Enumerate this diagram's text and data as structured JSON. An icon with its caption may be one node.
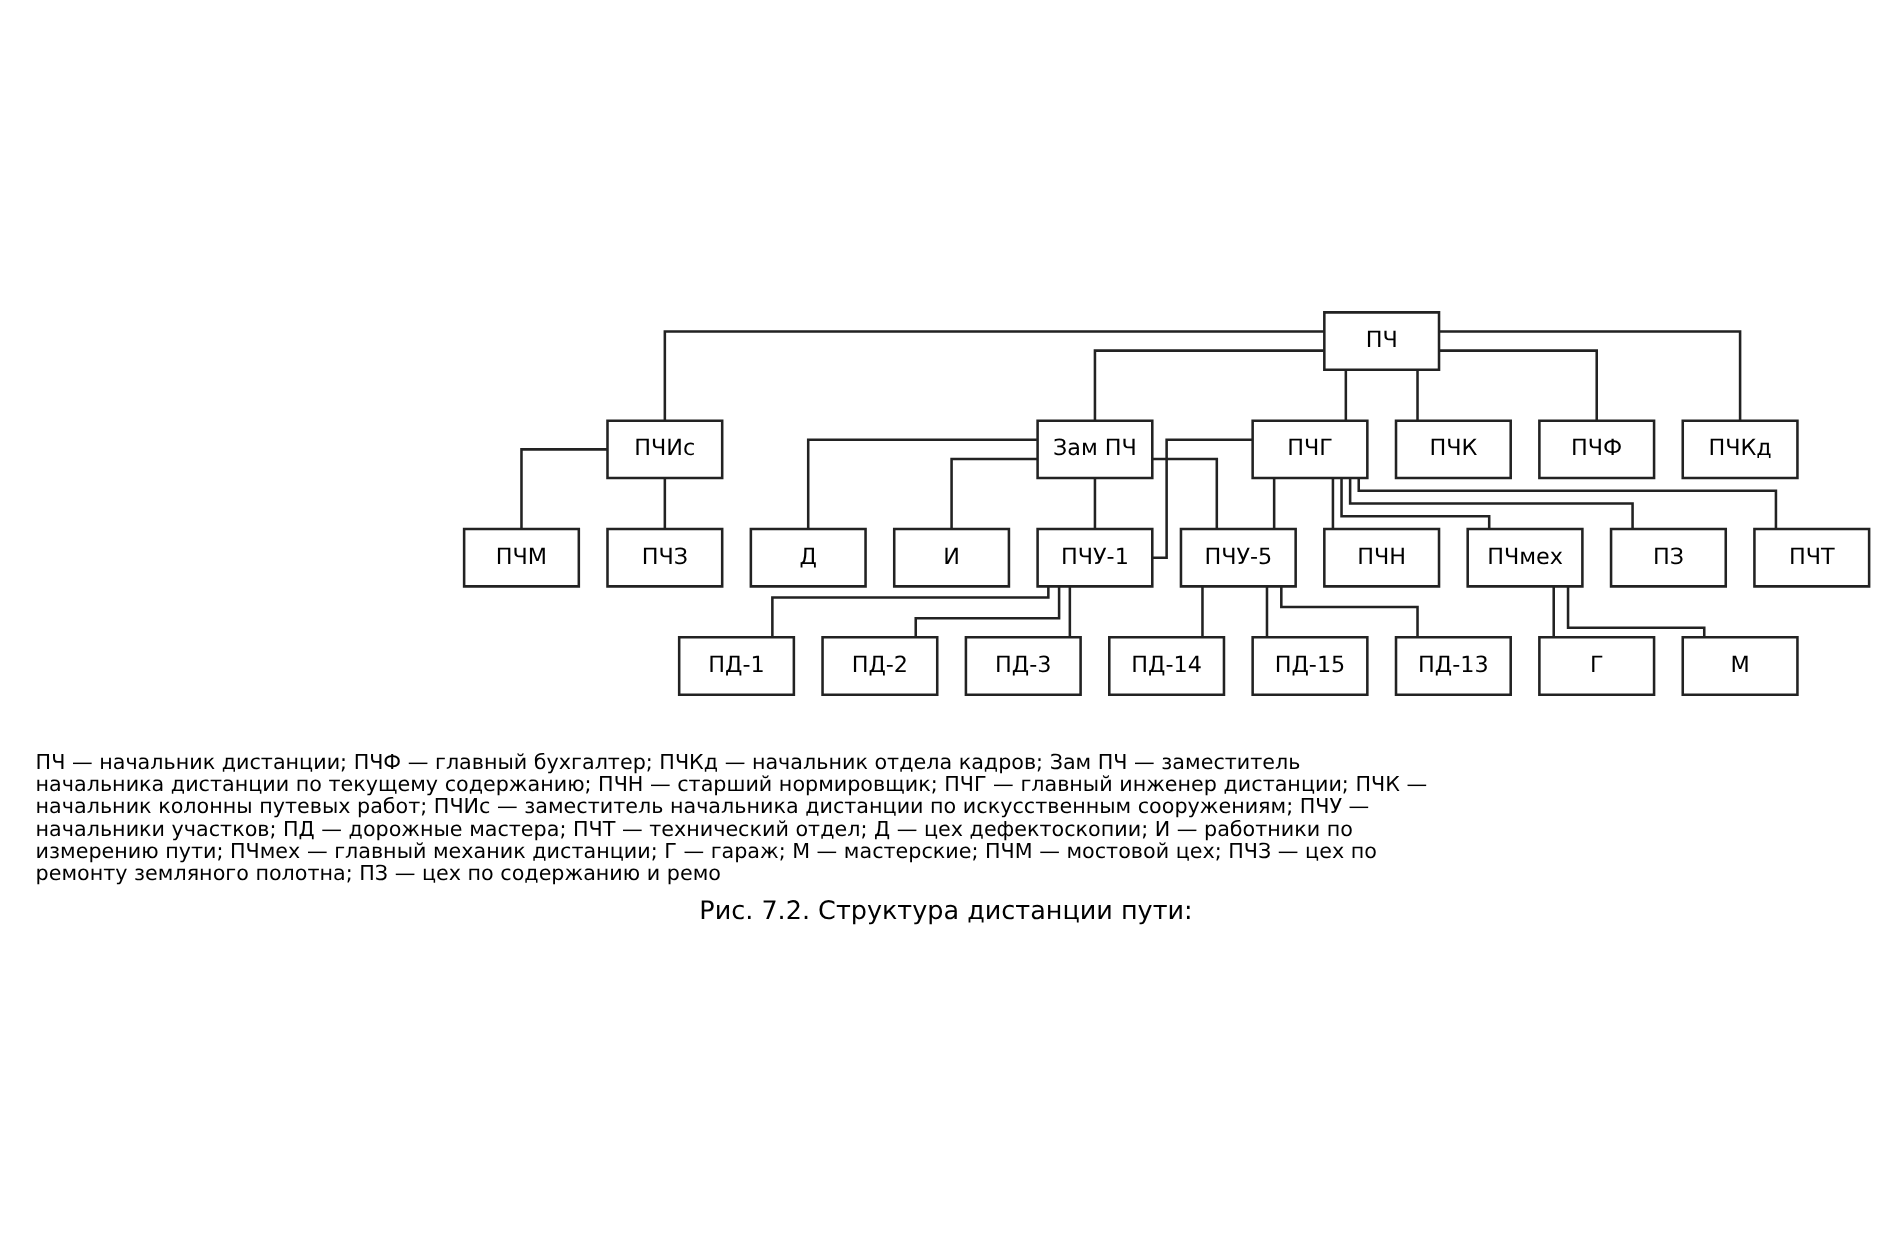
{
  "diagram": {
    "caption": "Рис. 7.2. Структура дистанции пути:",
    "nodes": [
      {
        "text": [
          "ПЧ"
        ]
      },
      {
        "text": [
          "ПЧИс"
        ]
      },
      {
        "text": [
          "Зам ПЧ"
        ]
      },
      {
        "text": [
          "ПЧГ"
        ]
      },
      {
        "text": [
          "ПЧК"
        ]
      },
      {
        "text": [
          "ПЧФ"
        ]
      },
      {
        "text": [
          "ПЧКд"
        ]
      },
      {
        "text": [
          "ПЧМ"
        ]
      },
      {
        "text": [
          "ПЧЗ"
        ]
      },
      {
        "text": [
          "Д"
        ]
      },
      {
        "text": [
          "И"
        ]
      },
      {
        "text": [
          "ПЗ"
        ]
      },
      {
        "text": [
          "ПЧТ"
        ]
      },
      {
        "text": [
          "ПЧН"
        ]
      },
      {
        "text": [
          "ПЧмех"
        ]
      },
      {
        "text": [
          "ПЧУ-1"
        ]
      },
      {
        "text": [
          "ПЧУ-5"
        ]
      },
      {
        "text": [
          "Г"
        ]
      },
      {
        "text": [
          "М"
        ]
      },
      {
        "text": [
          "ПД-1"
        ]
      },
      {
        "text": [
          "ПД-2"
        ]
      },
      {
        "text": [
          "ПД-3"
        ]
      },
      {
        "text": [
          "ПД-13"
        ]
      },
      {
        "text": [
          "ПД-14"
        ]
      },
      {
        "text": [
          "ПД-15"
        ]
      }
    ],
    "edges": [
      {
        "from": 0,
        "to": 1,
        "arrow": "none"
      },
      {
        "from": 0,
        "to": 2,
        "arrow": "none"
      },
      {
        "from": 0,
        "to": 3,
        "arrow": "none"
      },
      {
        "from": 0,
        "to": 4,
        "arrow": "none"
      },
      {
        "from": 0,
        "to": 5,
        "arrow": "none"
      },
      {
        "from": 0,
        "to": 6,
        "arrow": "none"
      },
      {
        "from": 1,
        "to": 7,
        "arrow": "none"
      },
      {
        "from": 1,
        "to": 8,
        "arrow": "none"
      },
      {
        "from": 2,
        "to": 9,
        "arrow": "none"
      },
      {
        "from": 2,
        "to": 10,
        "arrow": "none"
      },
      {
        "from": 3,
        "to": 11,
        "arrow": "none"
      },
      {
        "from": 3,
        "to": 12,
        "arrow": "none"
      },
      {
        "from": 3,
        "to": 13,
        "arrow": "none"
      },
      {
        "from": 3,
        "to": 14,
        "arrow": "none"
      },
      {
        "from": 2,
        "to": 15,
        "arrow": "none"
      },
      {
        "from": 2,
        "to": 16,
        "arrow": "none"
      },
      {
        "from": 3,
        "to": 15,
        "arrow": "none"
      },
      {
        "from": 3,
        "to": 16,
        "arrow": "none"
      },
      {
        "from": 14,
        "to": 17,
        "arrow": "none"
      },
      {
        "from": 14,
        "to": 18,
        "arrow": "none"
      },
      {
        "from": 15,
        "to": 19,
        "arrow": "none"
      },
      {
        "from": 15,
        "to": 20,
        "arrow": "none"
      },
      {
        "from": 15,
        "to": 21,
        "arrow": "none"
      },
      {
        "from": 16,
        "to": 22,
        "arrow": "none"
      },
      {
        "from": 16,
        "to": 23,
        "arrow": "none"
      },
      {
        "from": 16,
        "to": 24,
        "arrow": "none"
      }
    ],
    "labels": [
      "ПЧ — начальник дистанции; ПЧФ — главный бухгалтер; ПЧКд — начальник отдела кадров; Зам ПЧ — заместитель начальника дистанции по текущему содержанию; ПЧН — старший нормировщик; ПЧГ — главный инженер дистанции; ПЧК — начальник колонны путевых работ; ПЧИс — заместитель начальника дистанции по искусственным сооружениям; ПЧУ — начальники участков; ПД — дорожные мастера; ПЧТ — технический отдел; Д — цех дефектоскопии; И — работники по измерению пути; ПЧмех — главный механик дистанции; Г — гараж; М — мастерские; ПЧМ — мостовой цех; ПЧЗ — цех по ремонту земляного полотна; ПЗ — цех по содержанию и ремо"
    ]
  }
}
